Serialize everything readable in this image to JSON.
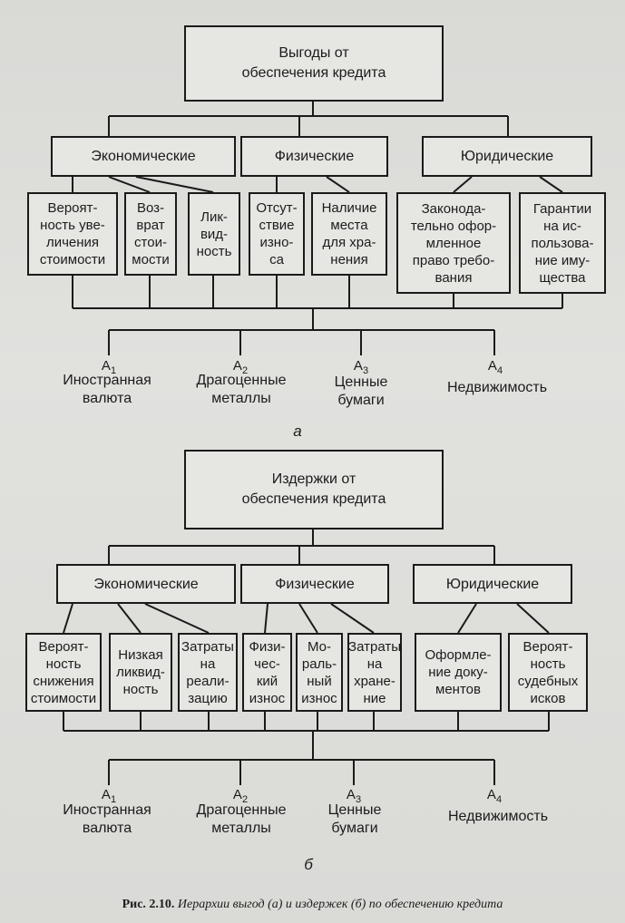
{
  "diagram_a": {
    "top": "Выгоды от\nобеспечения кредита",
    "categories": [
      "Экономические",
      "Физические",
      "Юридические"
    ],
    "leaves": [
      "Вероят-\nность уве-\nличения\nстоимости",
      "Воз-\nврат\nстои-\nмости",
      "Лик-\nвид-\nность",
      "Отсут-\nствие\nизно-\nса",
      "Наличие\nместа\nдля хра-\nнения",
      "Законода-\nтельно офор-\nмленное\nправо требо-\nвания",
      "Гарантии\nна ис-\nпользова-\nние иму-\nщества"
    ],
    "alternatives": [
      {
        "id": "A",
        "sub": "1",
        "label": "Иностранная\nвалюта"
      },
      {
        "id": "A",
        "sub": "2",
        "label": "Драгоценные\nметаллы"
      },
      {
        "id": "A",
        "sub": "3",
        "label": "Ценные\nбумаги"
      },
      {
        "id": "A",
        "sub": "4",
        "label": "Недвижимость"
      }
    ],
    "panel_label": "а"
  },
  "diagram_b": {
    "top": "Издержки от\nобеспечения кредита",
    "categories": [
      "Экономические",
      "Физические",
      "Юридические"
    ],
    "leaves": [
      "Вероят-\nность\nснижения\nстоимости",
      "Низкая\nликвид-\nность",
      "Затраты\nна\nреали-\nзацию",
      "Физи-\nчес-\nкий\nизнос",
      "Мо-\nраль-\nный\nизнос",
      "Затраты\nна\nхране-\nние",
      "Оформле-\nние доку-\nментов",
      "Вероят-\nность\nсудебных\nисков"
    ],
    "alternatives": [
      {
        "id": "A",
        "sub": "1",
        "label": "Иностранная\nвалюта"
      },
      {
        "id": "A",
        "sub": "2",
        "label": "Драгоценные\nметаллы"
      },
      {
        "id": "A",
        "sub": "3",
        "label": "Ценные\nбумаги"
      },
      {
        "id": "A",
        "sub": "4",
        "label": "Недвижимость"
      }
    ],
    "panel_label": "б"
  },
  "caption": {
    "number": "Рис. 2.10.",
    "text": "Иерархии выгод (а) и издержек (б) по обеспечению кредита"
  }
}
